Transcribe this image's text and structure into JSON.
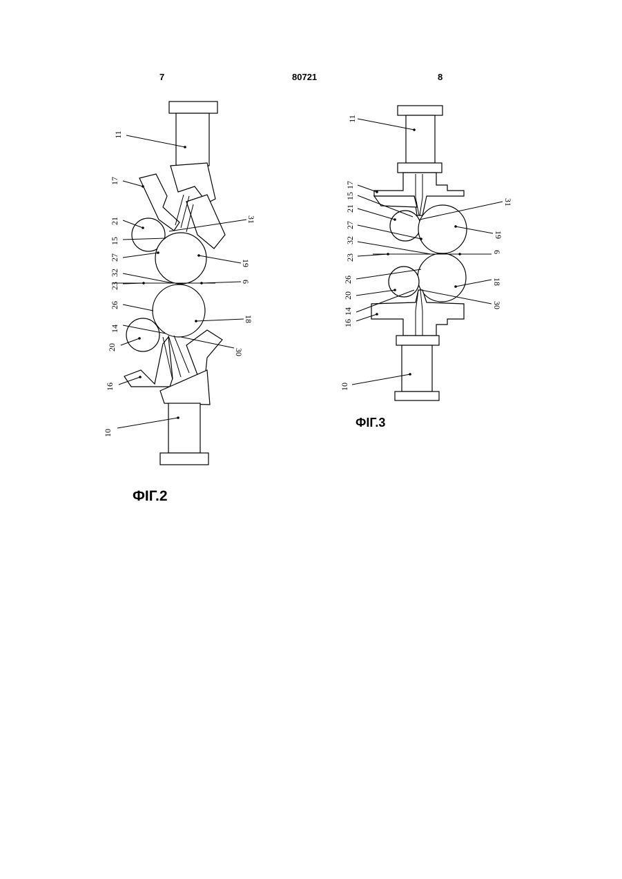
{
  "header": {
    "left_page": "7",
    "doc_number": "80721",
    "right_page": "8"
  },
  "figures": {
    "fig2": {
      "caption": "ФІГ.2",
      "labels": [
        "11",
        "17",
        "21",
        "15",
        "27",
        "32",
        "23",
        "26",
        "14",
        "20",
        "16",
        "10",
        "31",
        "19",
        "6",
        "18",
        "30"
      ]
    },
    "fig3": {
      "caption": "ФІГ.3",
      "labels": [
        "11",
        "17",
        "15",
        "21",
        "27",
        "32",
        "23",
        "26",
        "20",
        "14",
        "16",
        "10",
        "31",
        "19",
        "6",
        "18",
        "30"
      ]
    }
  }
}
